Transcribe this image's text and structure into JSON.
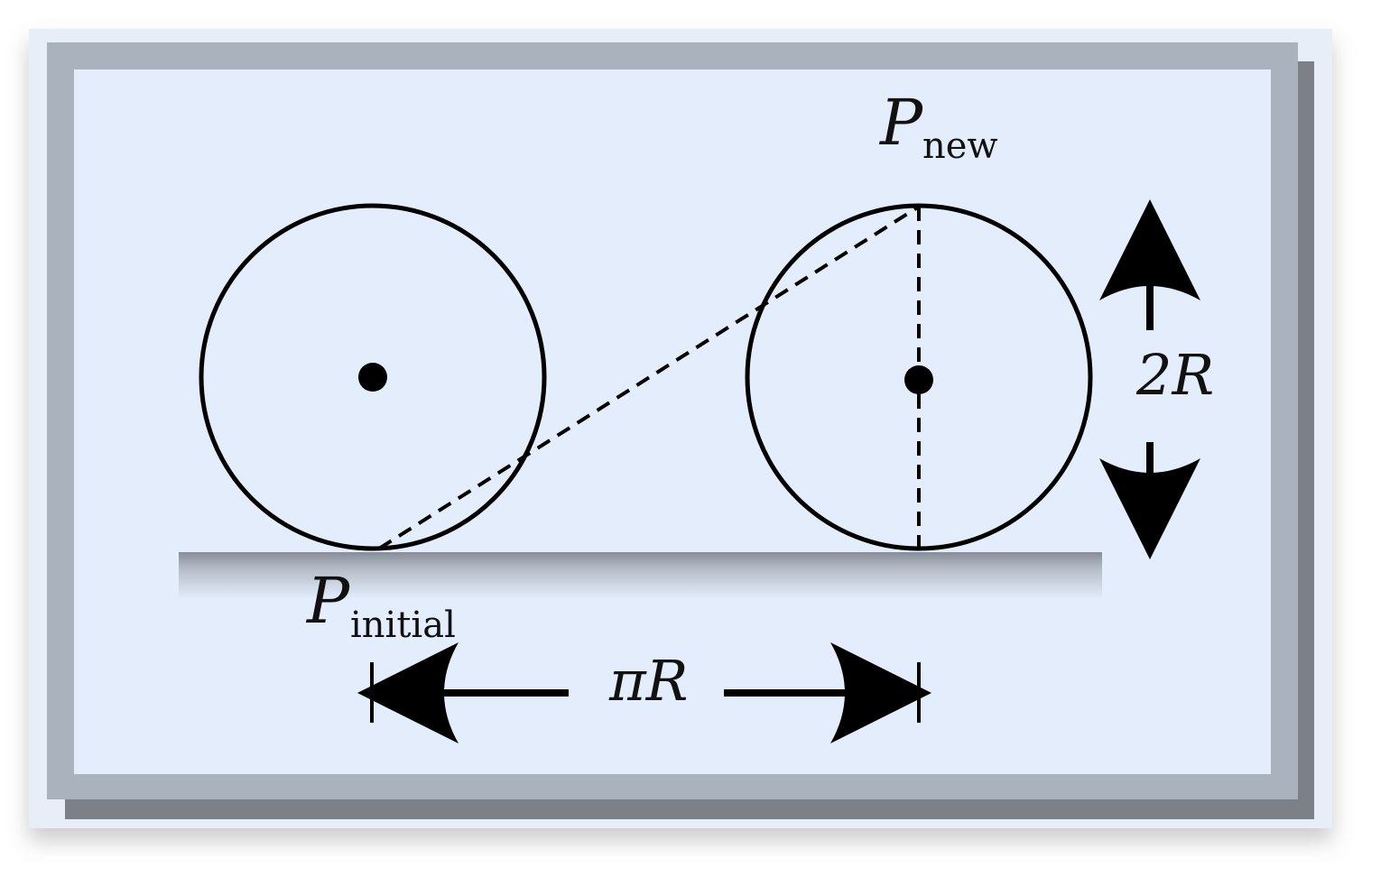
{
  "labels": {
    "p_symbol": "P",
    "p_new_subscript": "new",
    "p_initial_subscript": "initial",
    "height_label": "2R",
    "distance_label": "πR"
  },
  "colors": {
    "outer_panel": "#e8eef8",
    "frame_shadow": "#7b8089",
    "frame": "#a9b2bd",
    "canvas": "#e3edfb",
    "ink": "#000000",
    "ground": "#9aa0aa"
  },
  "icons": {
    "up_arrow": "arrow-up-icon",
    "down_arrow": "arrow-down-icon",
    "left_arrow": "arrow-left-icon",
    "right_arrow": "arrow-right-icon"
  }
}
